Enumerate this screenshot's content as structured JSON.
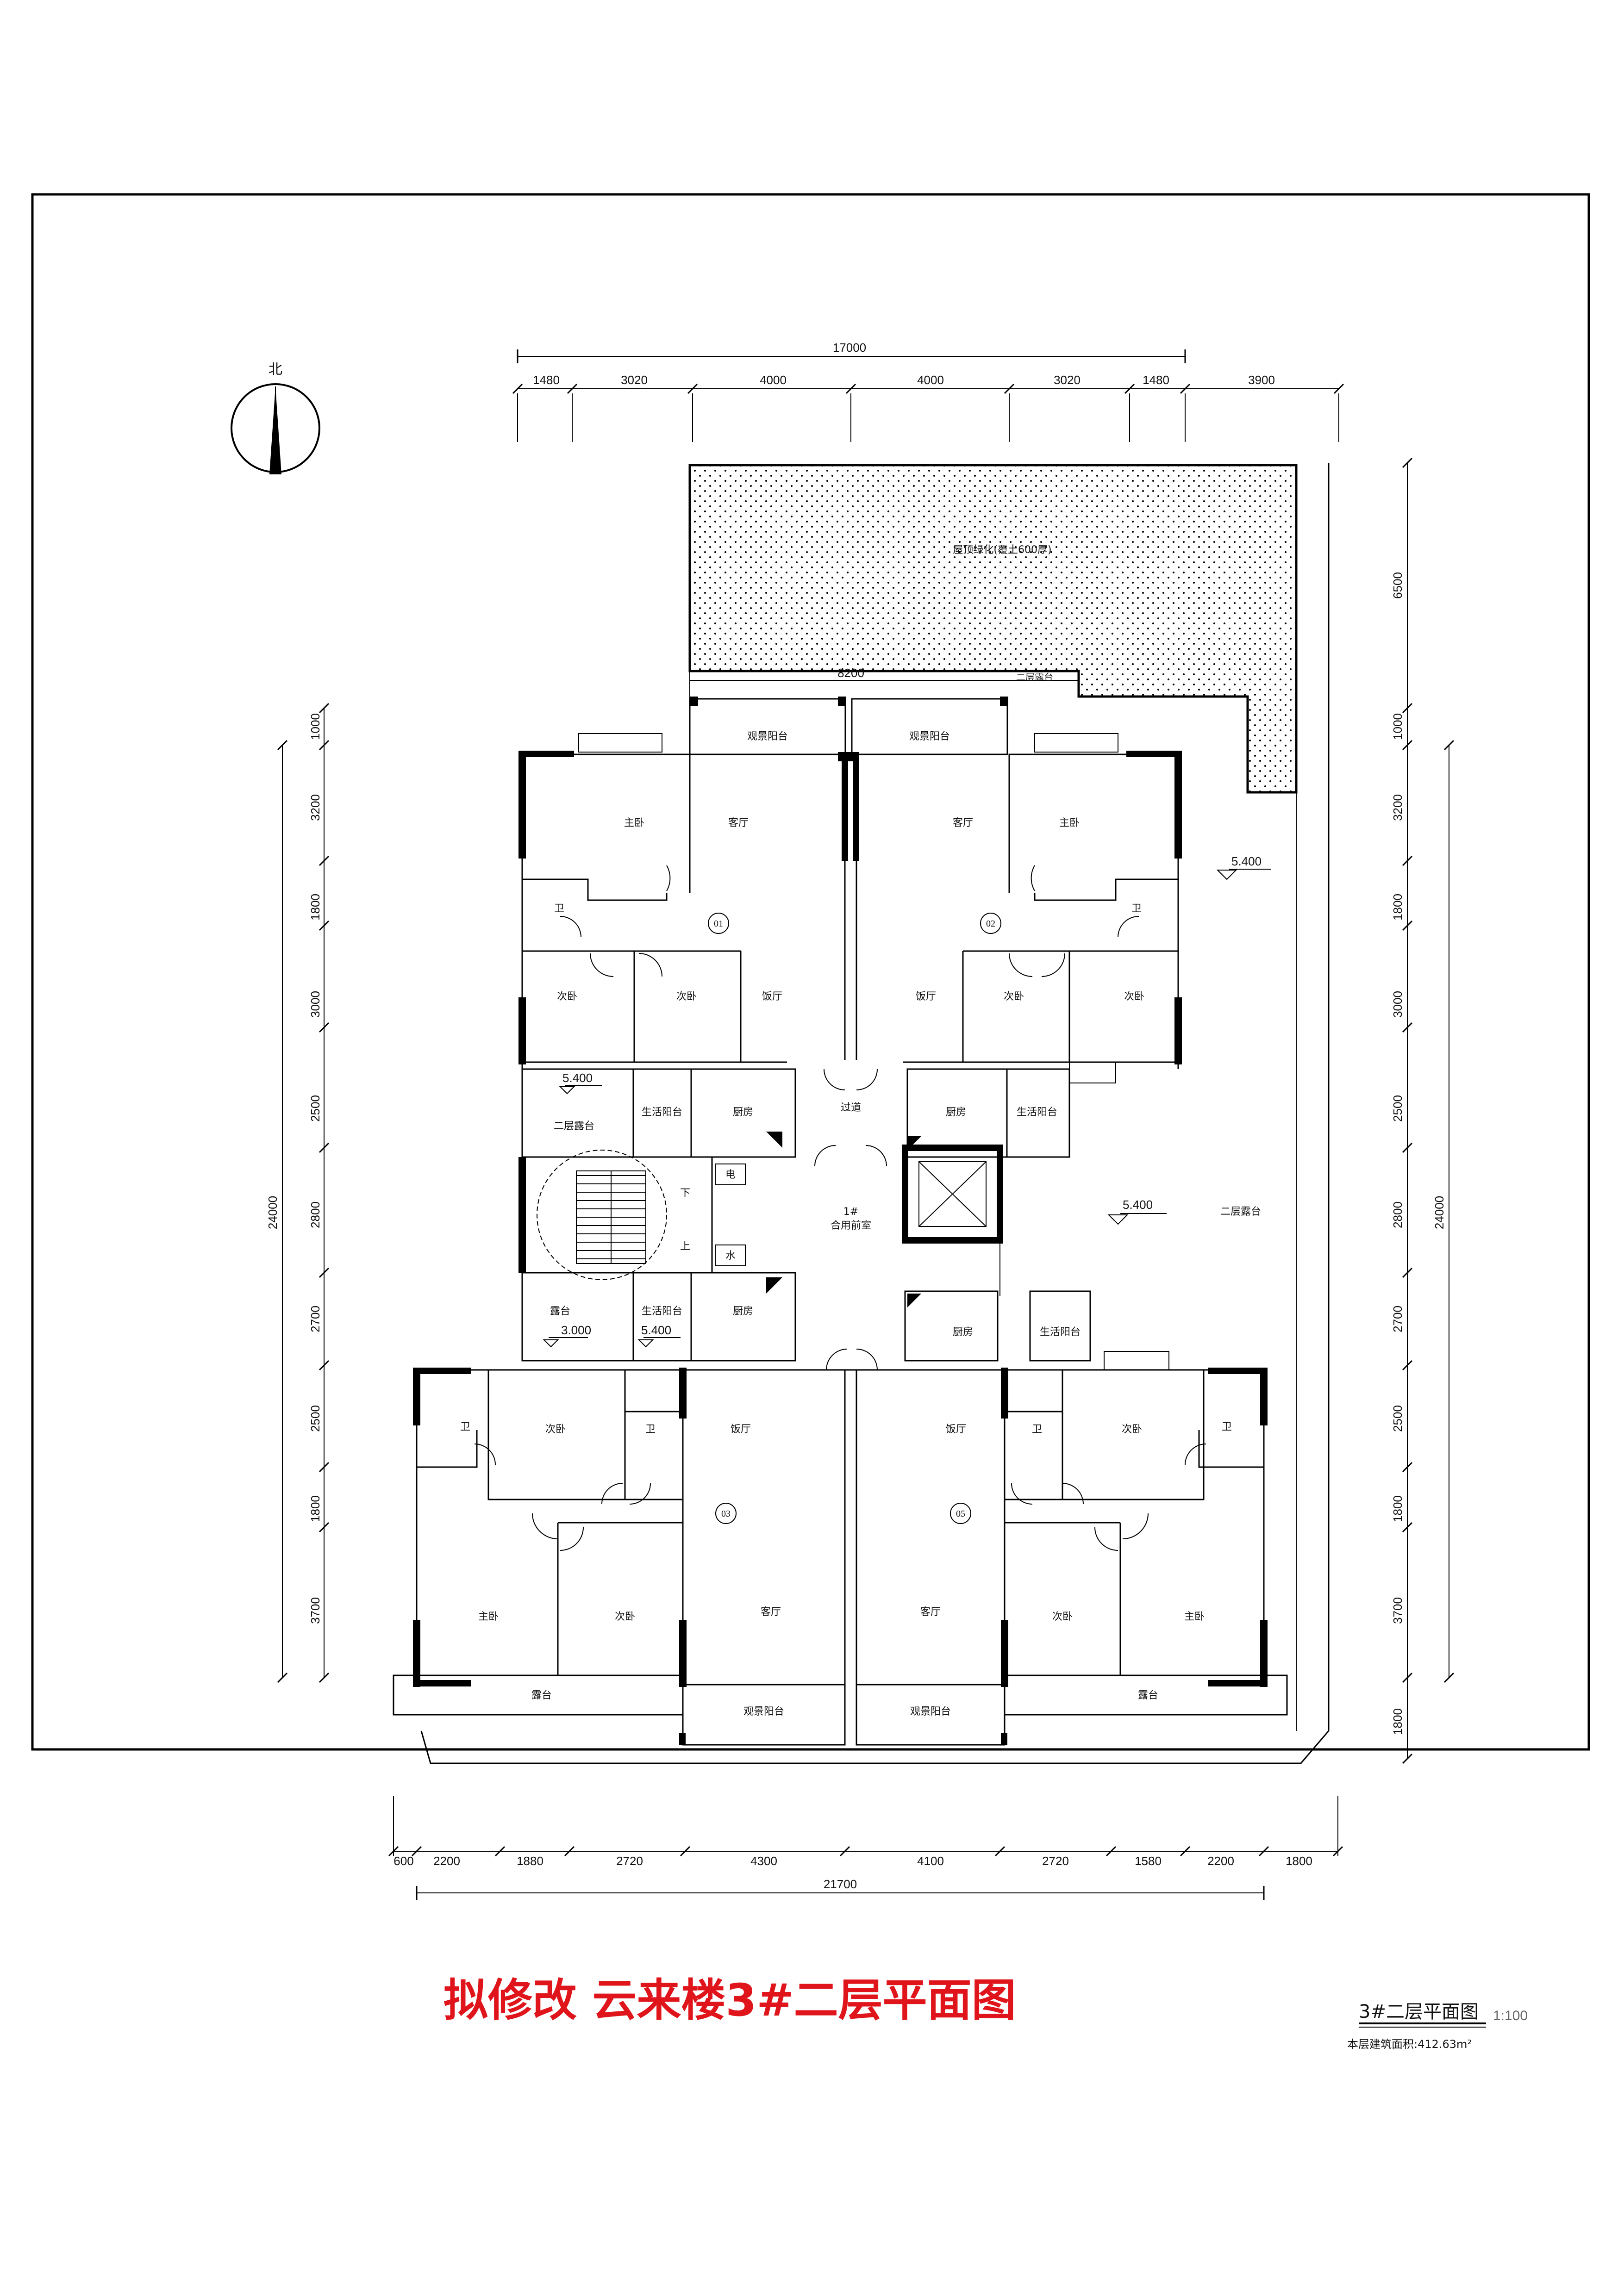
{
  "drawing": {
    "title": "拟修改 云来楼3#二层平面图",
    "title_color": "#e0151b",
    "title_block": {
      "name": "3#二层平面图",
      "scale": "1:100",
      "area": "本层建筑面积:412.63m²"
    },
    "north_label": "北"
  },
  "dimensions": {
    "top_total": "17000",
    "top": [
      "1480",
      "3020",
      "4000",
      "4000",
      "3020",
      "1480",
      "3900"
    ],
    "roof_width": "8200",
    "bottom_total": "21700",
    "bottom": [
      "600",
      "2200",
      "1880",
      "2720",
      "4300",
      "4100",
      "2720",
      "1580",
      "2200",
      "1800"
    ],
    "left_total": "24000",
    "left": [
      "1000",
      "3200",
      "1800",
      "3000",
      "2500",
      "2800",
      "2700",
      "2500",
      "1800",
      "3700"
    ],
    "right_total": "24000",
    "right": [
      "6500",
      "1000",
      "3200",
      "1800",
      "3000",
      "2500",
      "2800",
      "2700",
      "2500",
      "1800",
      "3700",
      "1800"
    ]
  },
  "levels": {
    "roof_terrace": "5.400",
    "east_terrace": "5.400",
    "west_terrace": "5.400",
    "balcony_03": "5.400",
    "terrace_03": "3.000"
  },
  "units": {
    "u01": "01",
    "u02": "02",
    "u03": "03",
    "u05": "05"
  },
  "rooms": {
    "roof_garden": "屋顶绿化(覆土600厚)",
    "second_terrace": "二层露台",
    "view_balcony": "观景阳台",
    "master_bed": "主卧",
    "living": "客厅",
    "bath": "卫",
    "second_bed": "次卧",
    "dining": "饭厅",
    "kitchen": "厨房",
    "utility_balcony": "生活阳台",
    "corridor": "过道",
    "elec": "电",
    "water": "水",
    "down": "下",
    "up": "上",
    "hall_1": "1#",
    "hall_2": "合用前室",
    "terrace": "露台"
  }
}
